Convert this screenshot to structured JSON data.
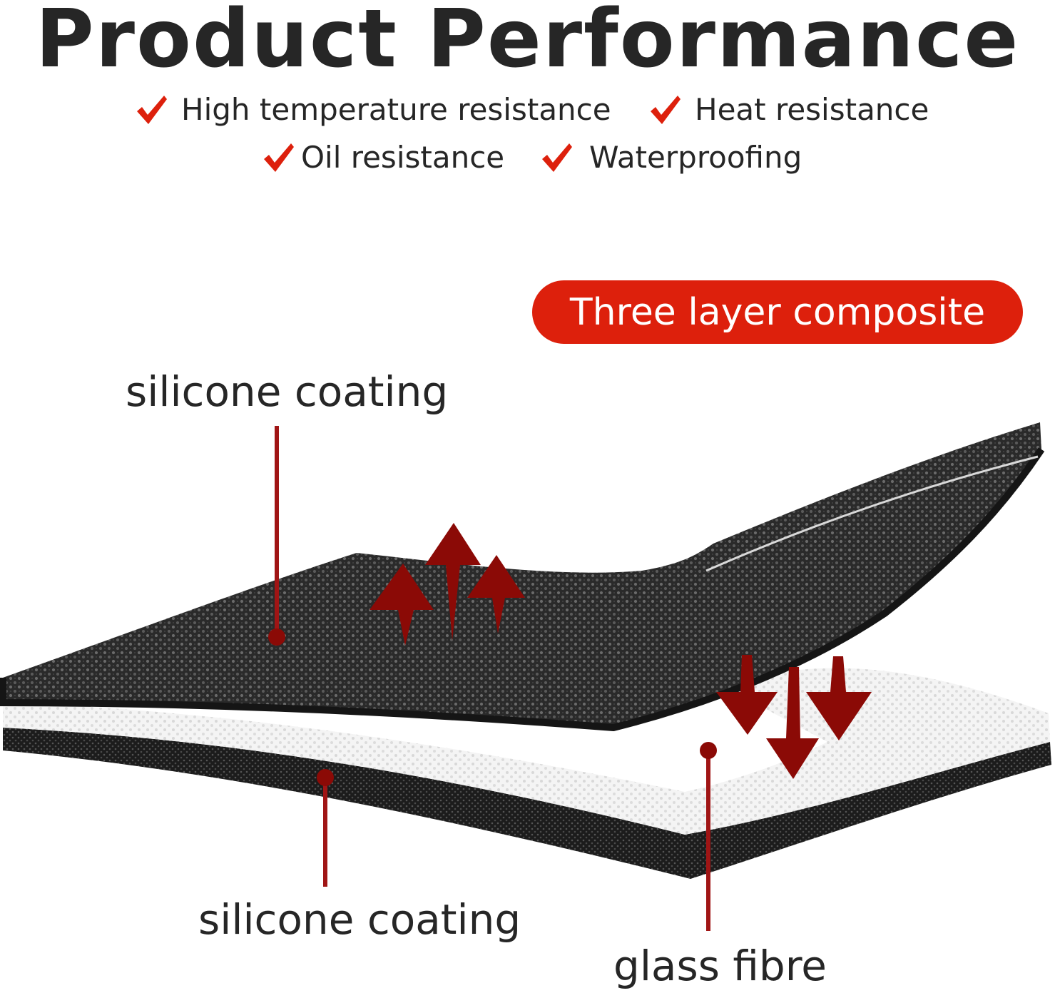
{
  "title": "Product Performance",
  "features": [
    "High temperature resistance",
    "Heat resistance",
    "Oil resistance",
    "Waterproofing"
  ],
  "badge": "Three layer composite",
  "labels": {
    "top_layer": "silicone coating",
    "bottom_layer": "silicone coating",
    "middle_layer": "glass fibre"
  },
  "icons": {
    "check": "check-mark-icon",
    "arrow_up": "arrow-up-icon",
    "arrow_down": "arrow-down-icon"
  },
  "colors": {
    "accent_red": "#dd200c",
    "arrow_red": "#8b0a06",
    "leader_line": "#a01515",
    "text": "#262626",
    "coating": "#2b2b2b",
    "fibre": "#f2f2f2"
  }
}
